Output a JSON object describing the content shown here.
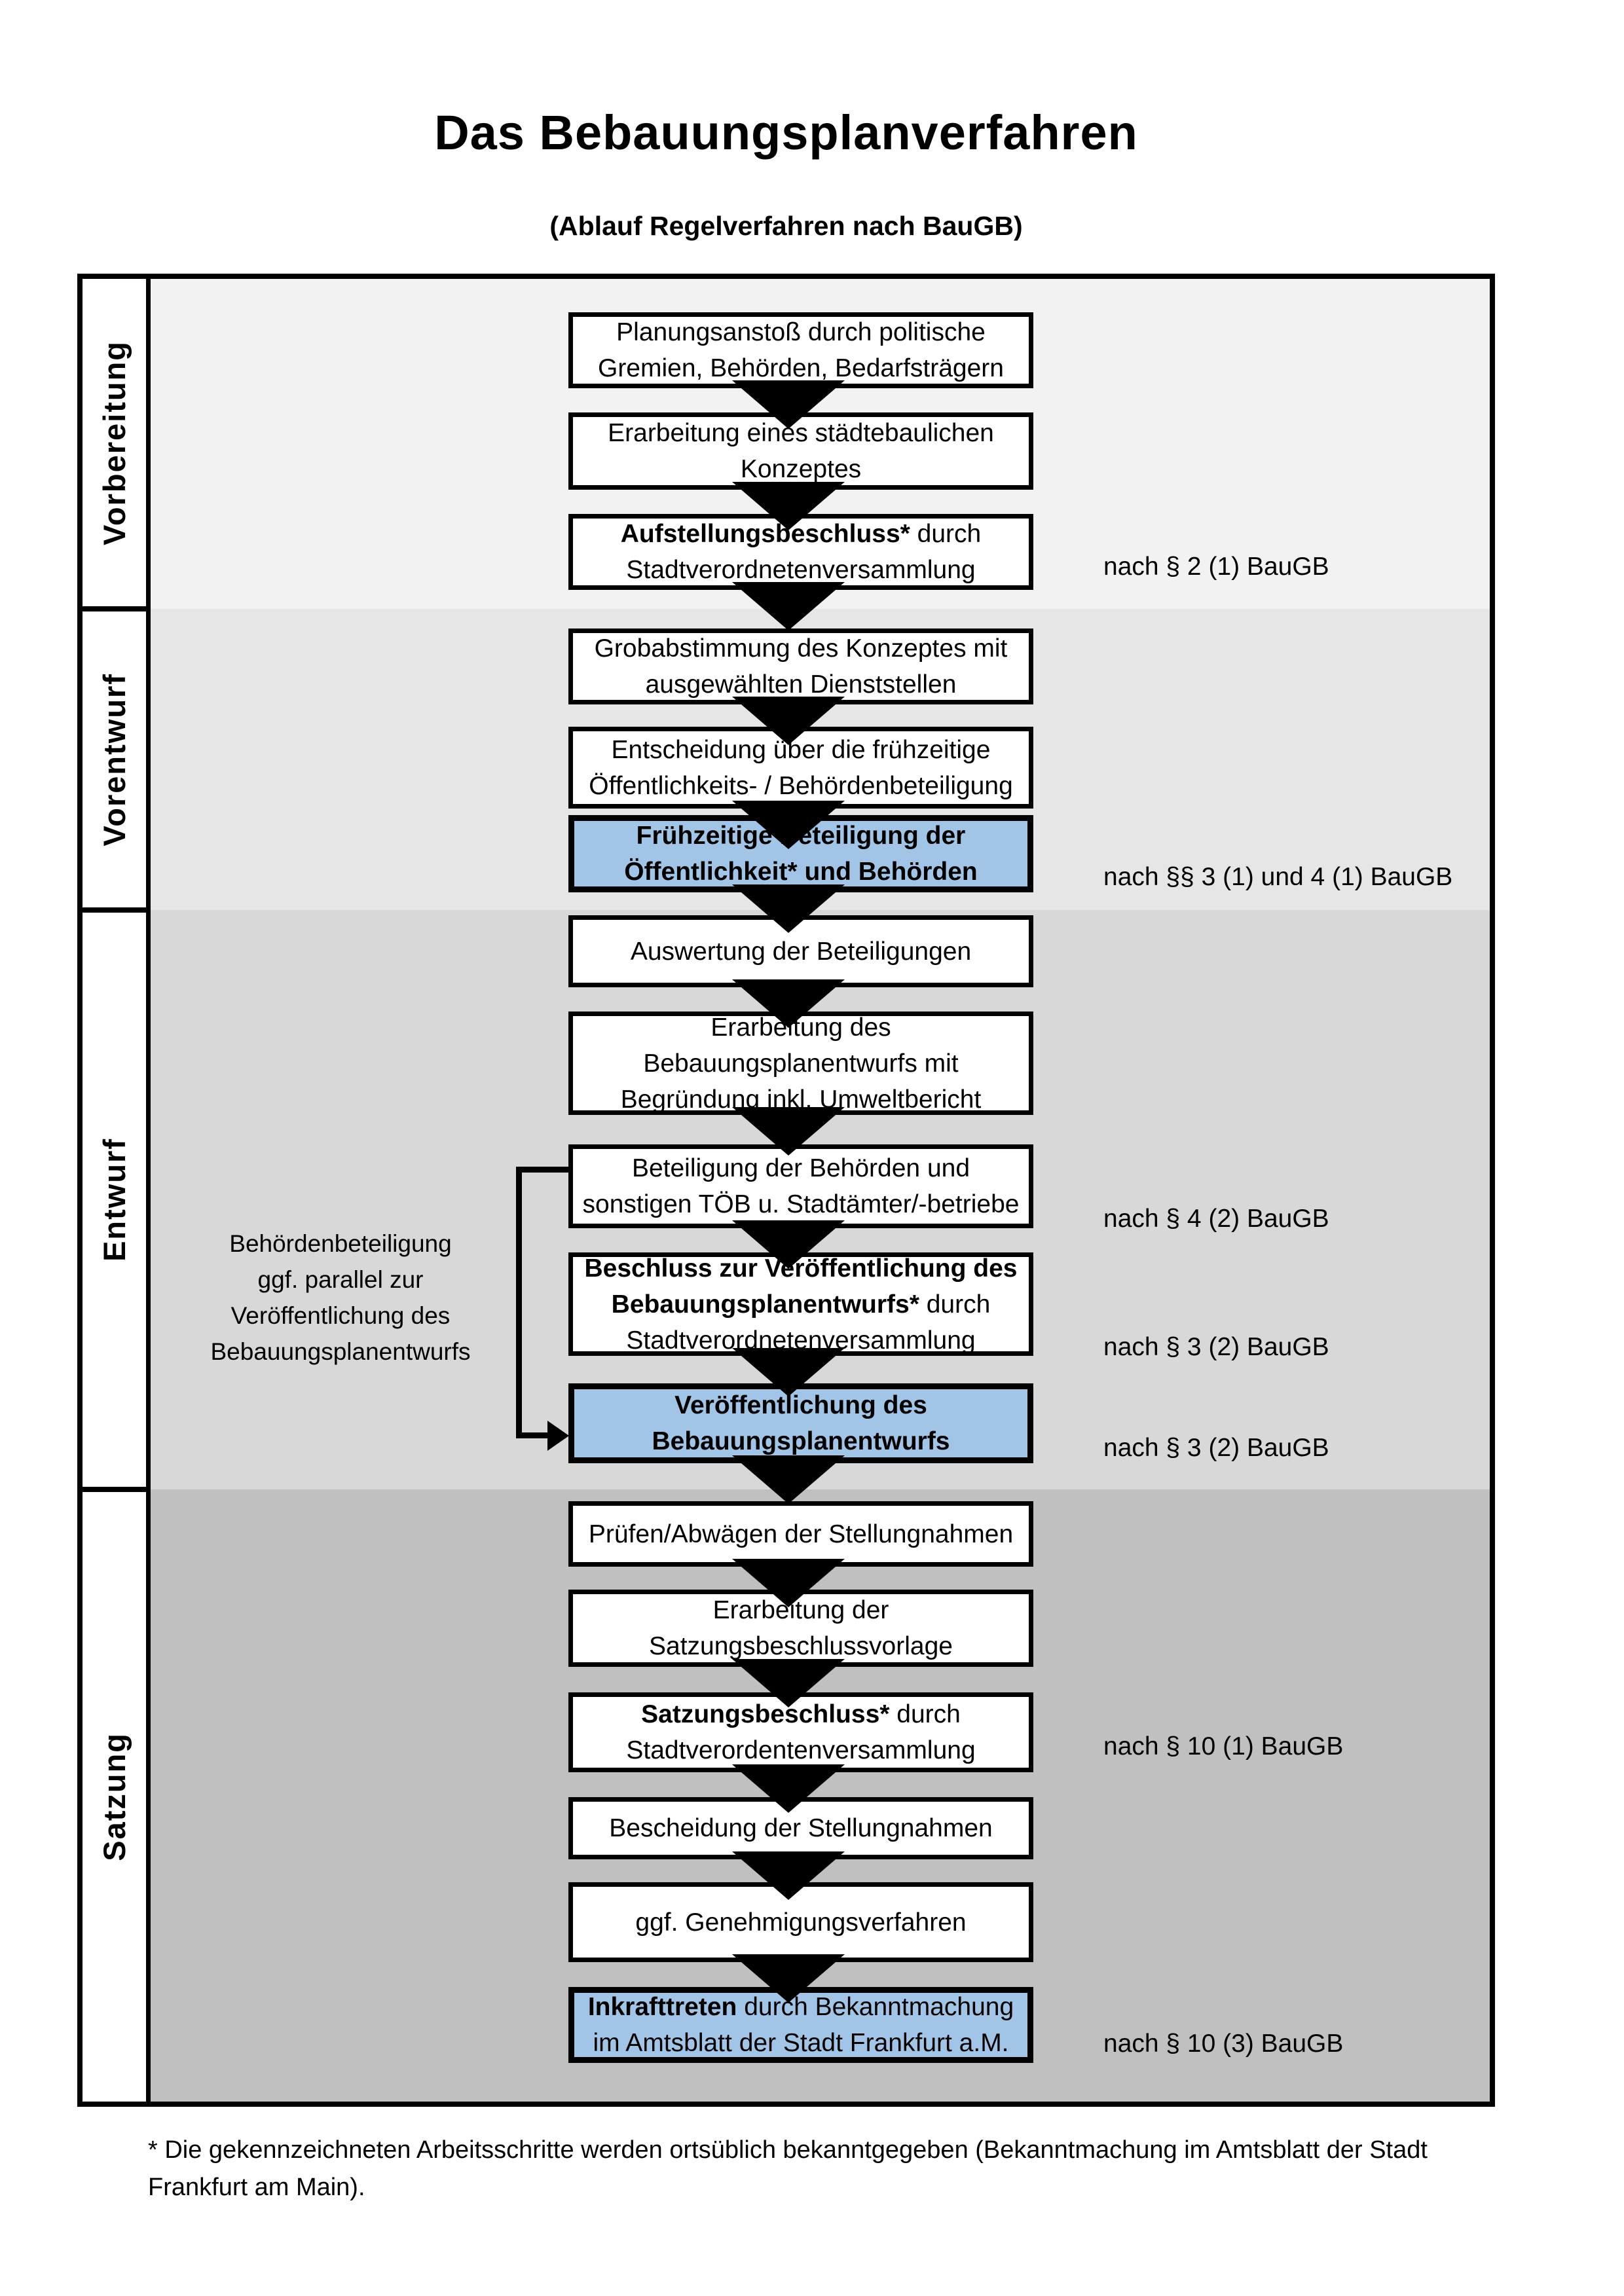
{
  "title": "Das Bebauungsplanverfahren",
  "subtitle": "(Ablauf Regelverfahren nach BauGB)",
  "phases": [
    {
      "label": "Vorbereitung"
    },
    {
      "label": "Vorentwurf"
    },
    {
      "label": "Entwurf"
    },
    {
      "label": "Satzung"
    }
  ],
  "boxes": [
    {
      "id": "planungsanstoss",
      "highlight": false,
      "segments": [
        {
          "bold": false,
          "text": "Planungsanstoß durch politische\nGremien, Behörden, Bedarfsträgern"
        }
      ]
    },
    {
      "id": "staedtebauliches-konzept",
      "highlight": false,
      "segments": [
        {
          "bold": false,
          "text": "Erarbeitung eines städtebaulichen\nKonzeptes"
        }
      ]
    },
    {
      "id": "aufstellungsbeschluss",
      "highlight": false,
      "segments": [
        {
          "bold": true,
          "text": "Aufstellungsbeschluss*"
        },
        {
          "bold": false,
          "text": " durch\nStadtverordnetenversammlung"
        }
      ]
    },
    {
      "id": "grobabstimmung",
      "highlight": false,
      "segments": [
        {
          "bold": false,
          "text": "Grobabstimmung des Konzeptes mit\nausgewählten Dienststellen"
        }
      ]
    },
    {
      "id": "entscheidung-beteiligung",
      "highlight": false,
      "segments": [
        {
          "bold": false,
          "text": "Entscheidung über die frühzeitige\nÖffentlichkeits- / Behördenbeteiligung"
        }
      ]
    },
    {
      "id": "fruehzeitige-beteiligung",
      "highlight": true,
      "segments": [
        {
          "bold": true,
          "text": "Frühzeitige Beteiligung der\nÖffentlichkeit* und Behörden"
        }
      ]
    },
    {
      "id": "auswertung-beteiligungen",
      "highlight": false,
      "segments": [
        {
          "bold": false,
          "text": "Auswertung der Beteiligungen"
        }
      ]
    },
    {
      "id": "erarbeitung-bebauungsplanentwurf",
      "highlight": false,
      "segments": [
        {
          "bold": false,
          "text": "Erarbeitung des\nBebauungsplanentwurfs mit\nBegründung inkl. Umweltbericht"
        }
      ]
    },
    {
      "id": "beteiligung-behoerden-toeb",
      "highlight": false,
      "segments": [
        {
          "bold": false,
          "text": "Beteiligung der Behörden und\nsonstigen TÖB u. Stadtämter/-betriebe"
        }
      ]
    },
    {
      "id": "beschluss-veroeffentlichung",
      "highlight": false,
      "segments": [
        {
          "bold": true,
          "text": "Beschluss zur Veröffentlichung des\nBebauungsplanentwurfs*"
        },
        {
          "bold": false,
          "text": " durch\nStadtverordnetenversammlung"
        }
      ]
    },
    {
      "id": "veroeffentlichung-entwurf",
      "highlight": true,
      "segments": [
        {
          "bold": true,
          "text": "Veröffentlichung des\nBebauungsplanentwurfs"
        }
      ]
    },
    {
      "id": "pruefen-abwaegen",
      "highlight": false,
      "segments": [
        {
          "bold": false,
          "text": "Prüfen/Abwägen der Stellungnahmen"
        }
      ]
    },
    {
      "id": "satzungsbeschlussvorlage",
      "highlight": false,
      "segments": [
        {
          "bold": false,
          "text": "Erarbeitung der\nSatzungsbeschlussvorlage"
        }
      ]
    },
    {
      "id": "satzungsbeschluss",
      "highlight": false,
      "segments": [
        {
          "bold": true,
          "text": "Satzungsbeschluss*"
        },
        {
          "bold": false,
          "text": " durch\nStadtverordentenversammlung"
        }
      ]
    },
    {
      "id": "bescheidung-stellungnahmen",
      "highlight": false,
      "segments": [
        {
          "bold": false,
          "text": "Bescheidung der Stellungnahmen"
        }
      ]
    },
    {
      "id": "genehmigungsverfahren",
      "highlight": false,
      "segments": [
        {
          "bold": false,
          "text": "ggf. Genehmigungsverfahren"
        }
      ]
    },
    {
      "id": "inkrafttreten",
      "highlight": true,
      "segments": [
        {
          "bold": true,
          "text": "Inkrafttreten"
        },
        {
          "bold": false,
          "text": " durch Bekanntmachung\nim Amtsblatt der Stadt Frankfurt a.M."
        }
      ]
    }
  ],
  "notes": [
    "nach § 2 (1) BauGB",
    "nach §§ 3 (1) und 4 (1) BauGB",
    "nach § 4 (2) BauGB",
    "nach § 3 (2) BauGB",
    "nach § 3 (2) BauGB",
    "nach § 10 (1) BauGB",
    "nach § 10 (3) BauGB"
  ],
  "side_annotation": "Behördenbeteiligung\nggf. parallel zur\nVeröffentlichung des\nBebauungsplanentwurfs",
  "footnote": "* Die gekennzeichneten Arbeitsschritte werden ortsüblich bekanntgegeben (Bekanntmachung im Amtsblatt  der Stadt\nFrankfurt am Main).",
  "colors": {
    "highlight_blue": "#A2C4E6",
    "row_vorbereitung": "#F2F2F2",
    "row_vorentwurf": "#E6E6E6",
    "row_entwurf": "#D8D8D8",
    "row_satzung": "#C0C0C0"
  }
}
